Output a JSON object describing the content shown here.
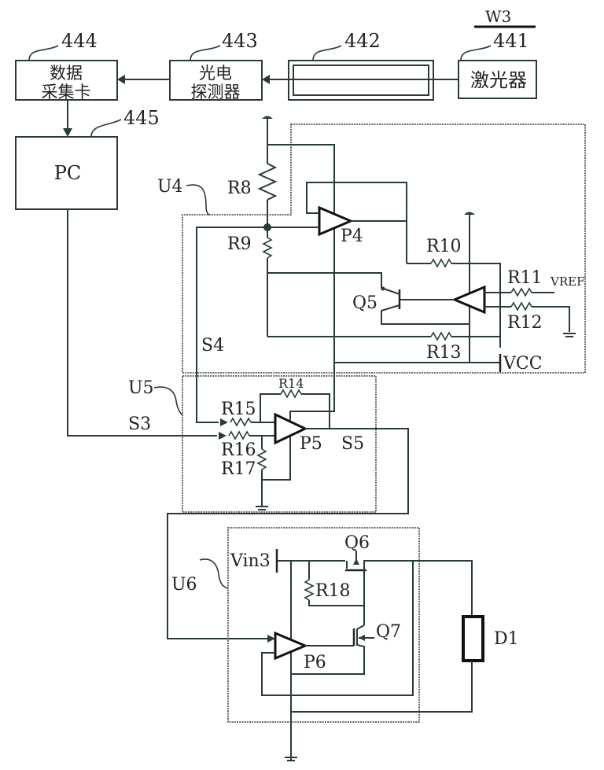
{
  "figure_label": "W3",
  "blocks": {
    "daq": {
      "ref": "444",
      "line1": "数据",
      "line2": "采集卡"
    },
    "photodetector": {
      "ref": "443",
      "line1": "光电",
      "line2": "探测器"
    },
    "sample_cell": {
      "ref": "442"
    },
    "laser": {
      "ref": "441",
      "label": "激光器"
    },
    "pc": {
      "ref": "445",
      "label": "PC"
    }
  },
  "modules": {
    "u4": "U4",
    "u5": "U5",
    "u6": "U6"
  },
  "components": {
    "r8": "R8",
    "r9": "R9",
    "r10": "R10",
    "r11": "R11",
    "r12": "R12",
    "r13": "R13",
    "r14": "R14",
    "r15": "R15",
    "r16": "R16",
    "r17": "R17",
    "r18": "R18",
    "p4": "P4",
    "p5": "P5",
    "p6": "P6",
    "q5": "Q5",
    "q6": "Q6",
    "q7": "Q7",
    "d1": "D1"
  },
  "signals": {
    "s3": "S3",
    "s4": "S4",
    "s5": "S5",
    "vref": "VREF",
    "vcc": "VCC",
    "vin3": "Vin3"
  }
}
